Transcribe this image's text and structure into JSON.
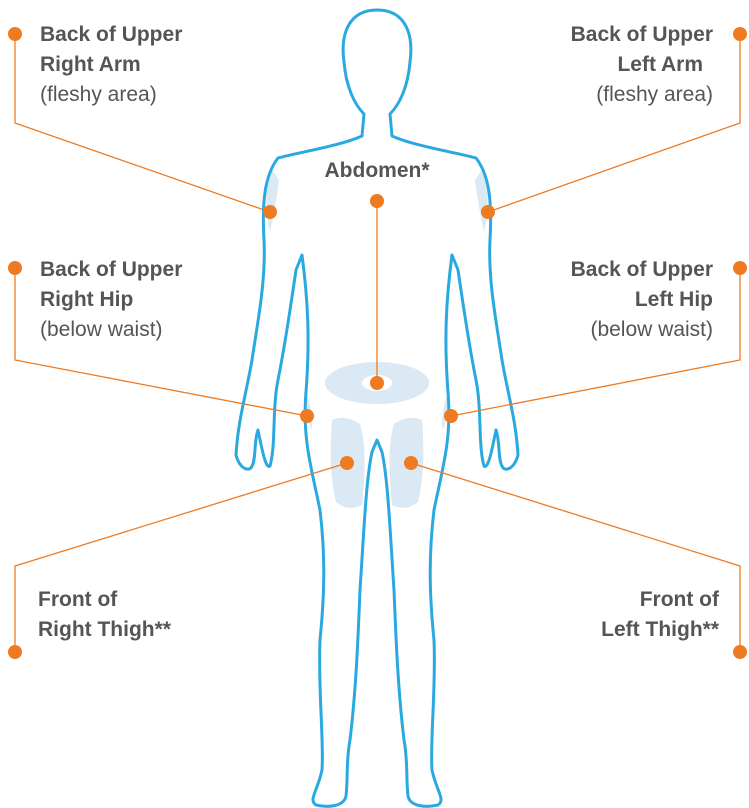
{
  "colors": {
    "body_outline": "#29a9e0",
    "injection_area": "#dbe9f5",
    "marker": "#ee7b22",
    "label_text": "#555555"
  },
  "sites": {
    "right_arm": {
      "title_line1": "Back of Upper",
      "title_line2": "Right Arm",
      "note": "(fleshy area)"
    },
    "left_arm": {
      "title_line1": "Back of Upper",
      "title_line2": "Left Arm",
      "note": "(fleshy area)"
    },
    "abdomen": {
      "title_line1": "Abdomen*"
    },
    "right_hip": {
      "title_line1": "Back of Upper",
      "title_line2": "Right Hip",
      "note": "(below waist)"
    },
    "left_hip": {
      "title_line1": "Back of Upper",
      "title_line2": "Left Hip",
      "note": "(below waist)"
    },
    "right_thigh": {
      "title_line1": "Front of",
      "title_line2": "Right Thigh**"
    },
    "left_thigh": {
      "title_line1": "Front of",
      "title_line2": "Left Thigh**"
    }
  }
}
